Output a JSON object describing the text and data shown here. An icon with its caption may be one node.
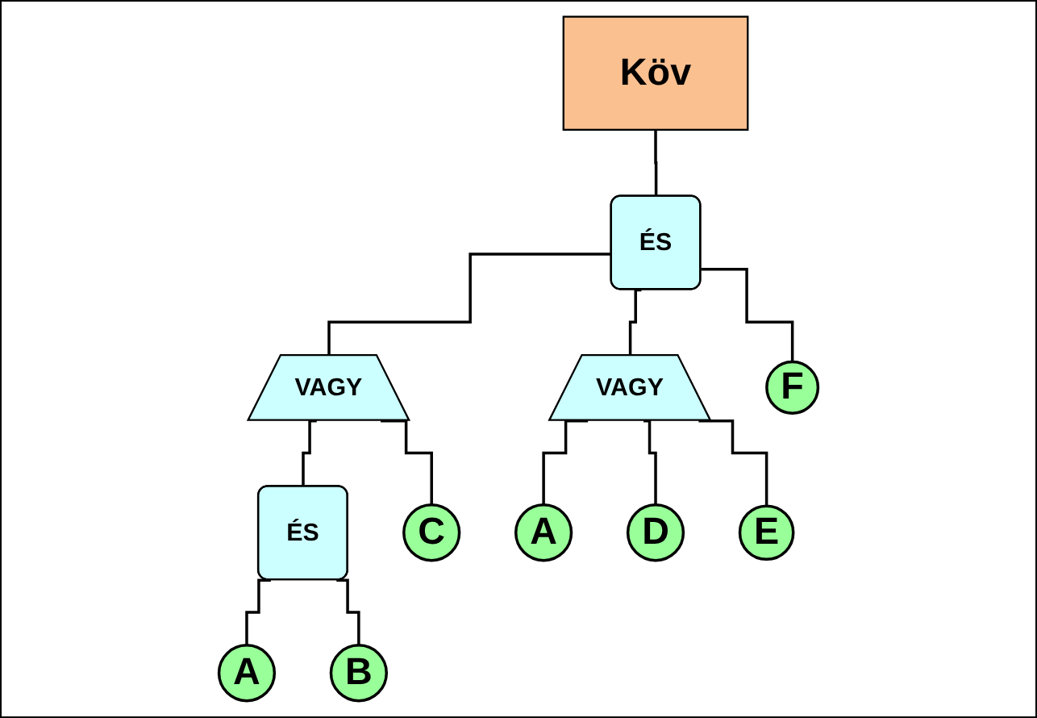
{
  "diagram": {
    "nodes": [
      {
        "text": [
          "Köv"
        ]
      },
      {
        "text": [
          "ÉS"
        ]
      },
      {
        "text": [
          "VAGY"
        ]
      },
      {
        "text": [
          "VAGY"
        ]
      },
      {
        "text": [
          "F"
        ]
      },
      {
        "text": [
          "ÉS"
        ]
      },
      {
        "text": [
          "C"
        ]
      },
      {
        "text": [
          "A"
        ]
      },
      {
        "text": [
          "D"
        ]
      },
      {
        "text": [
          "E"
        ]
      },
      {
        "text": [
          "A"
        ]
      },
      {
        "text": [
          "B"
        ]
      }
    ],
    "edges": [
      {
        "from": 0,
        "to": 1,
        "arrow": "none"
      },
      {
        "from": 1,
        "to": 2,
        "arrow": "none"
      },
      {
        "from": 1,
        "to": 3,
        "arrow": "none"
      },
      {
        "from": 1,
        "to": 4,
        "arrow": "none"
      },
      {
        "from": 2,
        "to": 5,
        "arrow": "none"
      },
      {
        "from": 2,
        "to": 6,
        "arrow": "none"
      },
      {
        "from": 3,
        "to": 7,
        "arrow": "none"
      },
      {
        "from": 3,
        "to": 8,
        "arrow": "none"
      },
      {
        "from": 3,
        "to": 9,
        "arrow": "none"
      },
      {
        "from": 5,
        "to": 10,
        "arrow": "none"
      },
      {
        "from": 5,
        "to": 11,
        "arrow": "none"
      }
    ]
  }
}
